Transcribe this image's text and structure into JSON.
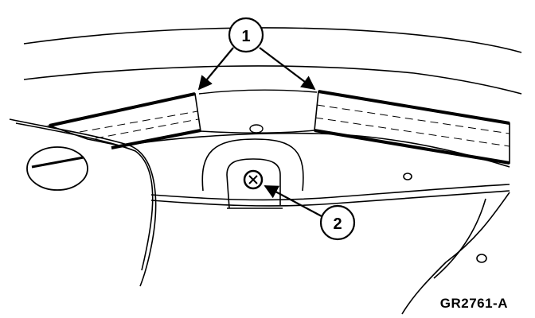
{
  "callouts": [
    {
      "label": "1"
    },
    {
      "label": "2"
    }
  ],
  "figure_id": "GR2761-A"
}
